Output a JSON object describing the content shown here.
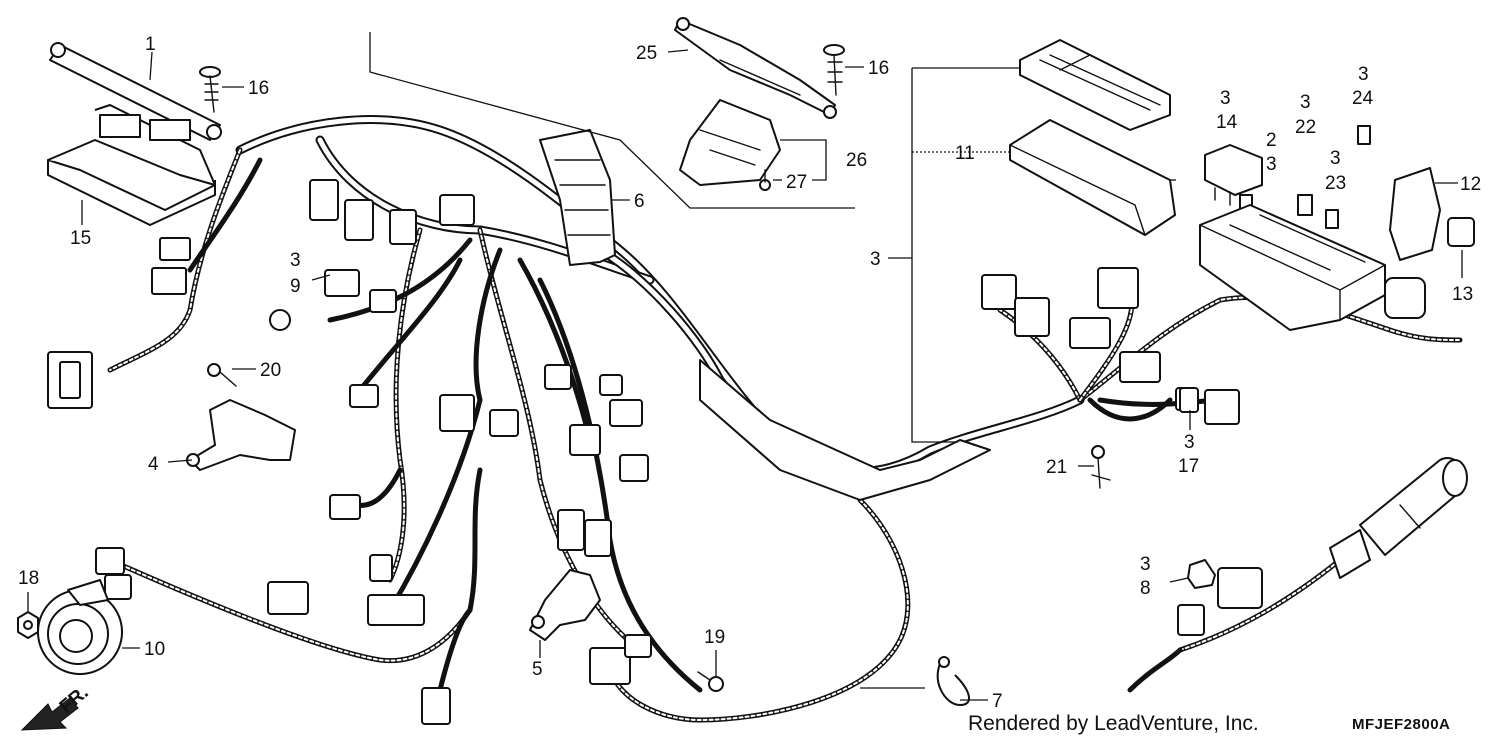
{
  "callouts": {
    "c1": "1",
    "c2": "2",
    "c3a": "3",
    "c3b": "3",
    "c3c": "3",
    "c3d": "3",
    "c3e": "3",
    "c3f": "3",
    "c3g": "3",
    "c3h": "3",
    "c3i": "3",
    "c4": "4",
    "c5": "5",
    "c6": "6",
    "c7": "7",
    "c8": "8",
    "c9": "9",
    "c10": "10",
    "c11": "11",
    "c12": "12",
    "c13": "13",
    "c14": "14",
    "c15": "15",
    "c16a": "16",
    "c16b": "16",
    "c17": "17",
    "c18": "18",
    "c19": "19",
    "c20": "20",
    "c21": "21",
    "c22": "22",
    "c23": "23",
    "c24": "24",
    "c25": "25",
    "c26": "26",
    "c27": "27"
  },
  "front_label": "FR.",
  "footer": {
    "credit": "Rendered by LeadVenture, Inc.",
    "code": "MFJEF2800A"
  }
}
